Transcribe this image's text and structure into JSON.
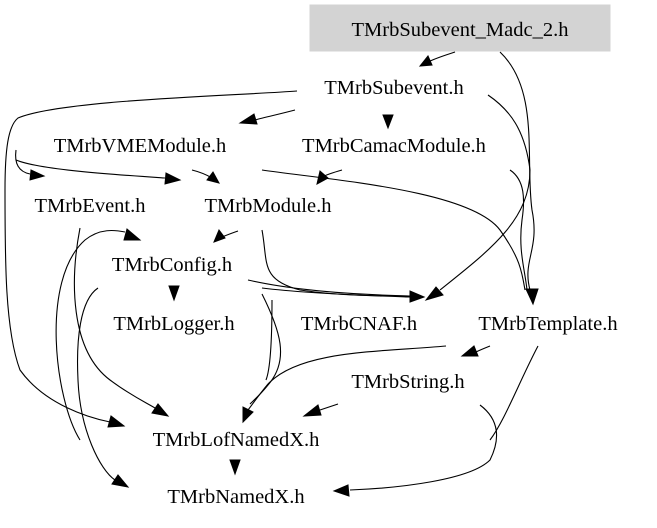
{
  "colors": {
    "background": "#ffffff",
    "root_fill": "#d3d3d3",
    "text": "#000000",
    "edge": "#000000"
  },
  "nodes": {
    "madc": "TMrbSubevent_Madc_2.h",
    "subevent": "TMrbSubevent.h",
    "vmemodule": "TMrbVMEModule.h",
    "camacmodule": "TMrbCamacModule.h",
    "event": "TMrbEvent.h",
    "module": "TMrbModule.h",
    "config": "TMrbConfig.h",
    "logger": "TMrbLogger.h",
    "cnaf": "TMrbCNAF.h",
    "template": "TMrbTemplate.h",
    "string": "TMrbString.h",
    "lofnamedx": "TMrbLofNamedX.h",
    "namedx": "TMrbNamedX.h"
  }
}
